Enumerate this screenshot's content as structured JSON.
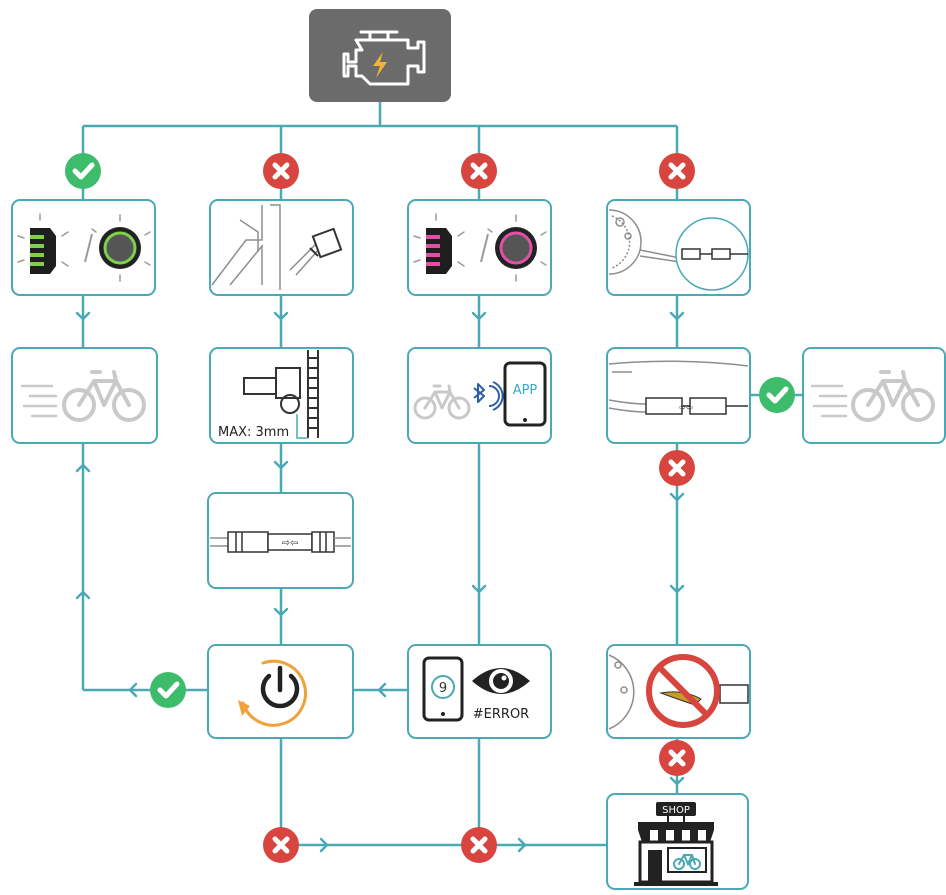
{
  "colors": {
    "connector": "#4aa9b5",
    "node_border": "#4aa9b5",
    "start_fill": "#6b6b6b",
    "start_icon": "#ffffff",
    "bolt": "#f0b43a",
    "check": "#3dbd6b",
    "cross": "#d8453f",
    "green_light": "#7fd14b",
    "pink_light": "#e04fa8",
    "gray_icon": "#c9c9c9",
    "power_orange": "#f0a23a",
    "sketch": "#8e8e8e",
    "no_sign": "#d8453f",
    "phone": "#222222",
    "bluetooth": "#2b5ea8",
    "app_text": "#36a9d6"
  },
  "labels": {
    "max_clearance": "MAX: 3mm",
    "app": "APP",
    "error_code": "#ERROR",
    "screen_digit": "9",
    "shop": "SHOP"
  },
  "icons": {
    "start": "engine-warning-icon",
    "check": "check-icon",
    "cross": "cross-icon",
    "bike": "moving-bike-icon",
    "power": "power-cycle-icon",
    "shop": "bike-shop-icon"
  }
}
